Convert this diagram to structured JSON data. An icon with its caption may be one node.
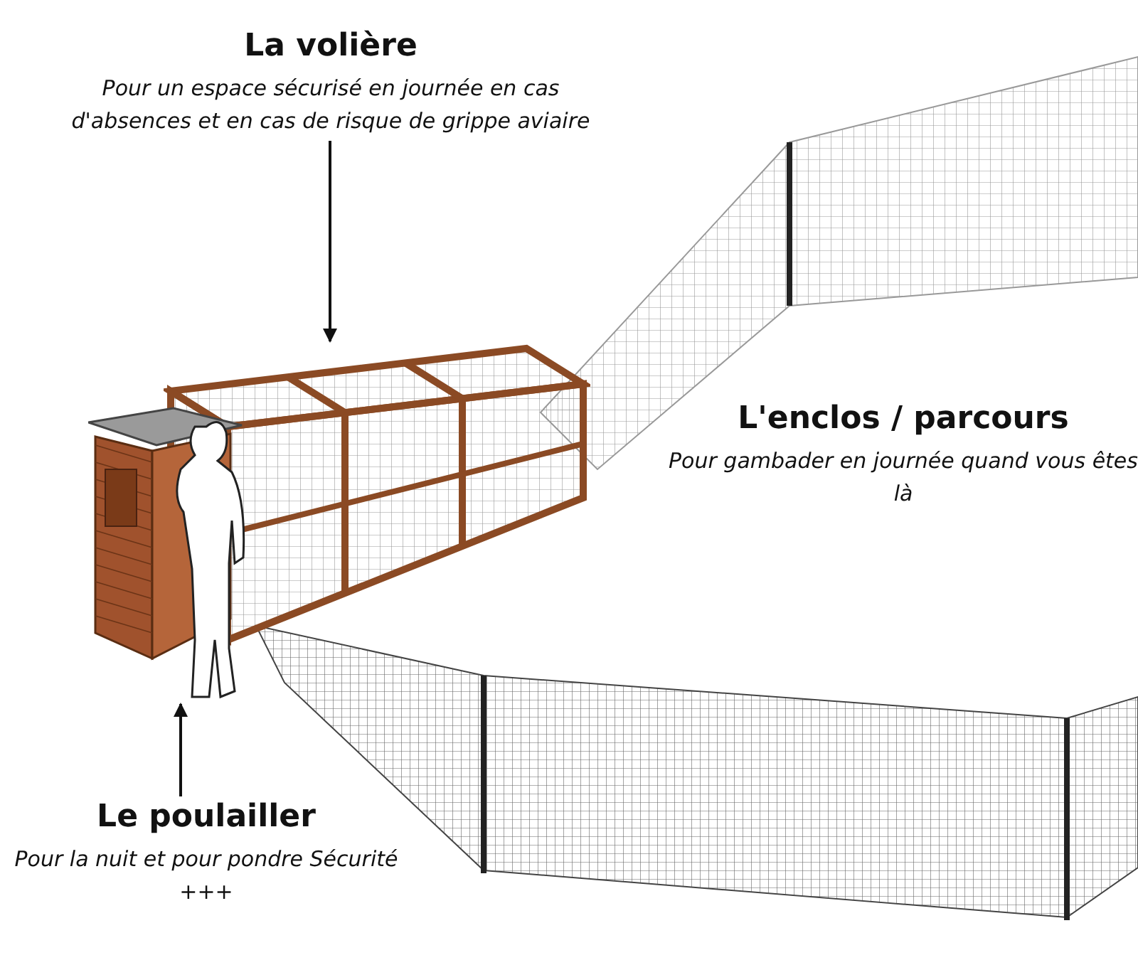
{
  "diagram": {
    "nodes": [
      {
        "text": [
          "La volière",
          "Pour un espace sécurisé en journée en cas d'absences et en cas de risque de grippe aviaire"
        ]
      },
      {
        "text": [],
        "shape": "picture"
      },
      {
        "text": [
          "Le poulailler",
          "Pour la nuit et pour pondre Sécurité +++"
        ]
      },
      {
        "text": [],
        "shape": "picture"
      }
    ],
    "edges": [
      {
        "from": 0,
        "to": 1,
        "arrow": "to"
      },
      {
        "from": 2,
        "to": 3,
        "arrow": "to"
      }
    ],
    "labels": [
      "L'enclos / parcours",
      "Pour gambader en journée quand vous êtes là"
    ]
  }
}
